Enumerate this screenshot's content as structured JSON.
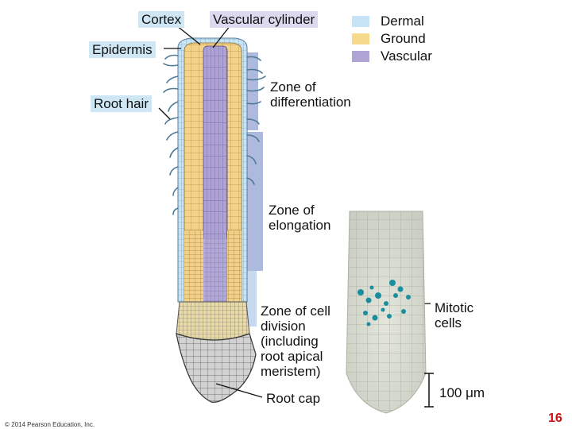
{
  "labels": {
    "cortex": "Cortex",
    "vascular_cylinder": "Vascular cylinder",
    "epidermis": "Epidermis",
    "root_hair": "Root hair",
    "zone_differentiation": [
      "Zone of",
      "differentiation"
    ],
    "zone_elongation": [
      "Zone of",
      "elongation"
    ],
    "zone_division": [
      "Zone of cell",
      "division",
      "(including",
      "root apical",
      "meristem)"
    ],
    "root_cap": "Root cap",
    "mitotic_cells": [
      "Mitotic",
      "cells"
    ],
    "scale_bar": "100 μm"
  },
  "legend": [
    {
      "label": "Dermal",
      "color": "#c7e3f6"
    },
    {
      "label": "Ground",
      "color": "#f6d98a"
    },
    {
      "label": "Vascular",
      "color": "#b0a4d4"
    }
  ],
  "footer": {
    "copyright": "© 2014 Pearson Education, Inc.",
    "page_number": "16"
  },
  "colors": {
    "dermal": "#c7e3f6",
    "ground": "#f3d48a",
    "vascular": "#ada2d4",
    "root_cap": "#cfcfcf",
    "micrograph_bg": "#d9ddd2",
    "mitotic_stain": "#1a8e9e",
    "page_number": "#d01010"
  }
}
